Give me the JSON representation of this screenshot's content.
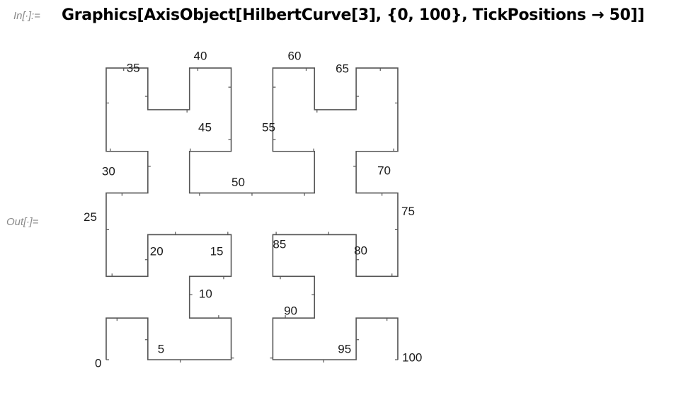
{
  "notebook": {
    "input_label": "In[∙]:=",
    "output_label": "Out[∙]=",
    "input_code": "Graphics[AxisObject[HilbertCurve[3], {0, 100}, TickPositions → 50]]"
  },
  "chart_data": {
    "type": "line",
    "curve": "HilbertCurve[3]",
    "range": [
      0,
      100
    ],
    "tick_count": 50,
    "tick_labels": [
      "0",
      "5",
      "10",
      "15",
      "20",
      "25",
      "30",
      "35",
      "40",
      "45",
      "50",
      "55",
      "60",
      "65",
      "70",
      "75",
      "80",
      "85",
      "90",
      "95",
      "100"
    ],
    "colors": {
      "line": "#555555",
      "labels": "#1a1a1a"
    }
  }
}
